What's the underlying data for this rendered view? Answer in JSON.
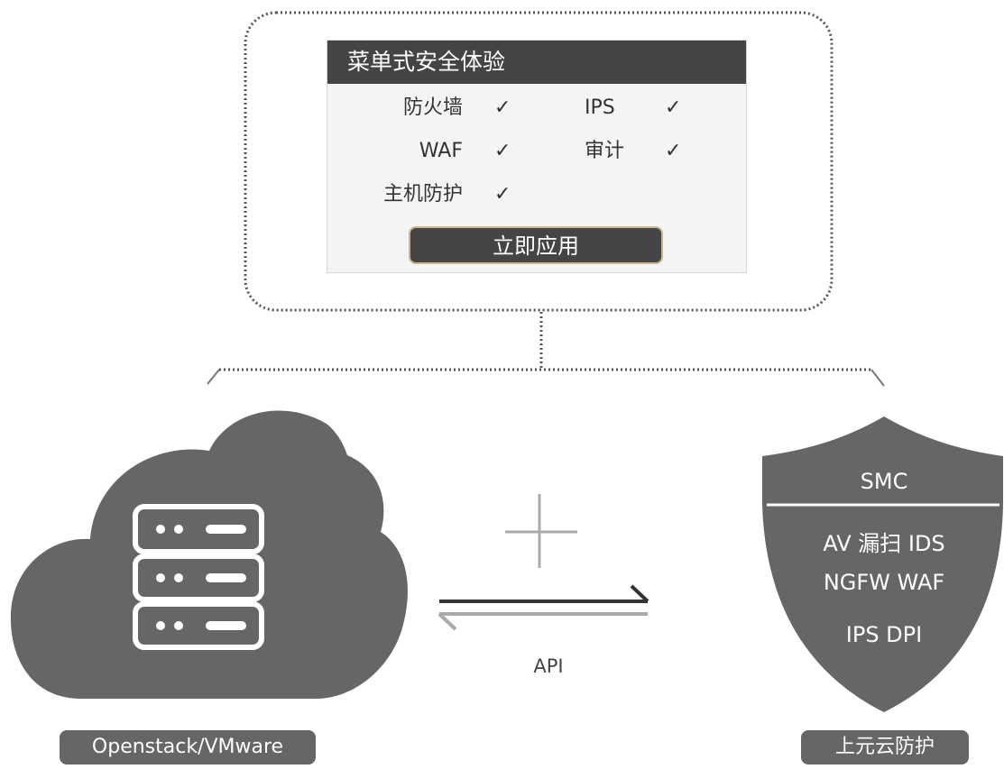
{
  "panel": {
    "title": "菜单式安全体验",
    "options": [
      {
        "label": "防火墙",
        "check": "✓"
      },
      {
        "label": "IPS",
        "check": "✓"
      },
      {
        "label": "WAF",
        "check": "✓"
      },
      {
        "label": "审计",
        "check": "✓"
      },
      {
        "label": "主机防护",
        "check": "✓"
      }
    ],
    "apply_label": "立即应用"
  },
  "connector": {
    "label": "API"
  },
  "cloud": {
    "label": "Openstack/VMware"
  },
  "shield": {
    "title": "SMC",
    "row1": "AV  漏扫  IDS",
    "row2": "NGFW  WAF",
    "row3": "IPS  DPI",
    "label": "上元云防护"
  },
  "colors": {
    "dark": "#444444",
    "mid": "#666666",
    "accent_border": "#c9b590",
    "dotted": "#555555"
  }
}
